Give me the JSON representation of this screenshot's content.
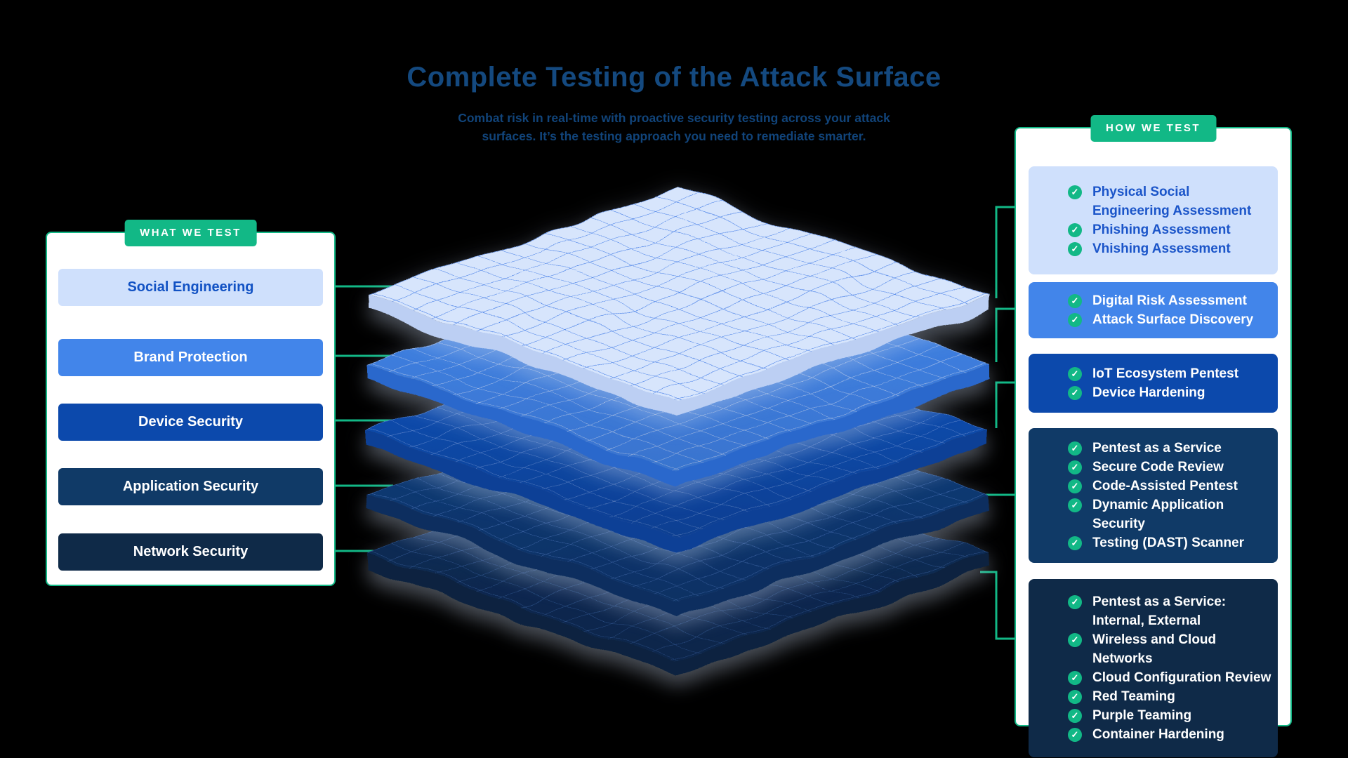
{
  "header": {
    "title": "Complete Testing of the Attack Surface",
    "subtitle_line1": "Combat risk in real-time with proactive security testing across your attack",
    "subtitle_line2": "surfaces. It’s the testing approach you need to remediate smarter."
  },
  "left_panel": {
    "badge": "WHAT WE TEST",
    "items": [
      {
        "label": "Social Engineering"
      },
      {
        "label": "Brand Protection"
      },
      {
        "label": "Device Security"
      },
      {
        "label": "Application Security"
      },
      {
        "label": "Network Security"
      }
    ]
  },
  "right_panel": {
    "badge": "HOW WE TEST",
    "groups": [
      {
        "rows": [
          {
            "text": "Physical Social",
            "check": true
          },
          {
            "text": "Engineering Assessment",
            "check": false
          },
          {
            "text": "Phishing Assessment",
            "check": true
          },
          {
            "text": "Vhishing Assessment",
            "check": true
          }
        ]
      },
      {
        "rows": [
          {
            "text": "Digital Risk Assessment",
            "check": true
          },
          {
            "text": "Attack Surface Discovery",
            "check": true
          }
        ]
      },
      {
        "rows": [
          {
            "text": "IoT Ecosystem Pentest",
            "check": true
          },
          {
            "text": "Device Hardening",
            "check": true
          }
        ]
      },
      {
        "rows": [
          {
            "text": "Pentest as a Service",
            "check": true
          },
          {
            "text": "Secure Code Review",
            "check": true
          },
          {
            "text": "Code-Assisted Pentest",
            "check": true
          },
          {
            "text": "Dynamic Application Security",
            "check": true
          },
          {
            "text": "Testing (DAST) Scanner",
            "check": true
          }
        ]
      },
      {
        "rows": [
          {
            "text": "Pentest as a Service:",
            "check": true
          },
          {
            "text": "Internal, External",
            "check": false
          },
          {
            "text": "Wireless and Cloud Networks",
            "check": true
          },
          {
            "text": "Cloud Configuration Review",
            "check": true
          },
          {
            "text": "Red Teaming",
            "check": true
          },
          {
            "text": "Purple Teaming",
            "check": true
          },
          {
            "text": "Container Hardening",
            "check": true
          }
        ]
      }
    ]
  },
  "diagram": {
    "layer_count": 5,
    "layers": [
      "social-engineering",
      "brand-protection",
      "device-security",
      "application-security",
      "network-security"
    ]
  },
  "colors": {
    "accent_green": "#12B886",
    "title_blue": "#14497F",
    "layer_1": "#D7E5FC",
    "layer_2": "#4285EA",
    "layer_3": "#1153BD",
    "layer_4": "#0F3F7D",
    "layer_5": "#0D2F5A",
    "check_green": "#12B886"
  }
}
